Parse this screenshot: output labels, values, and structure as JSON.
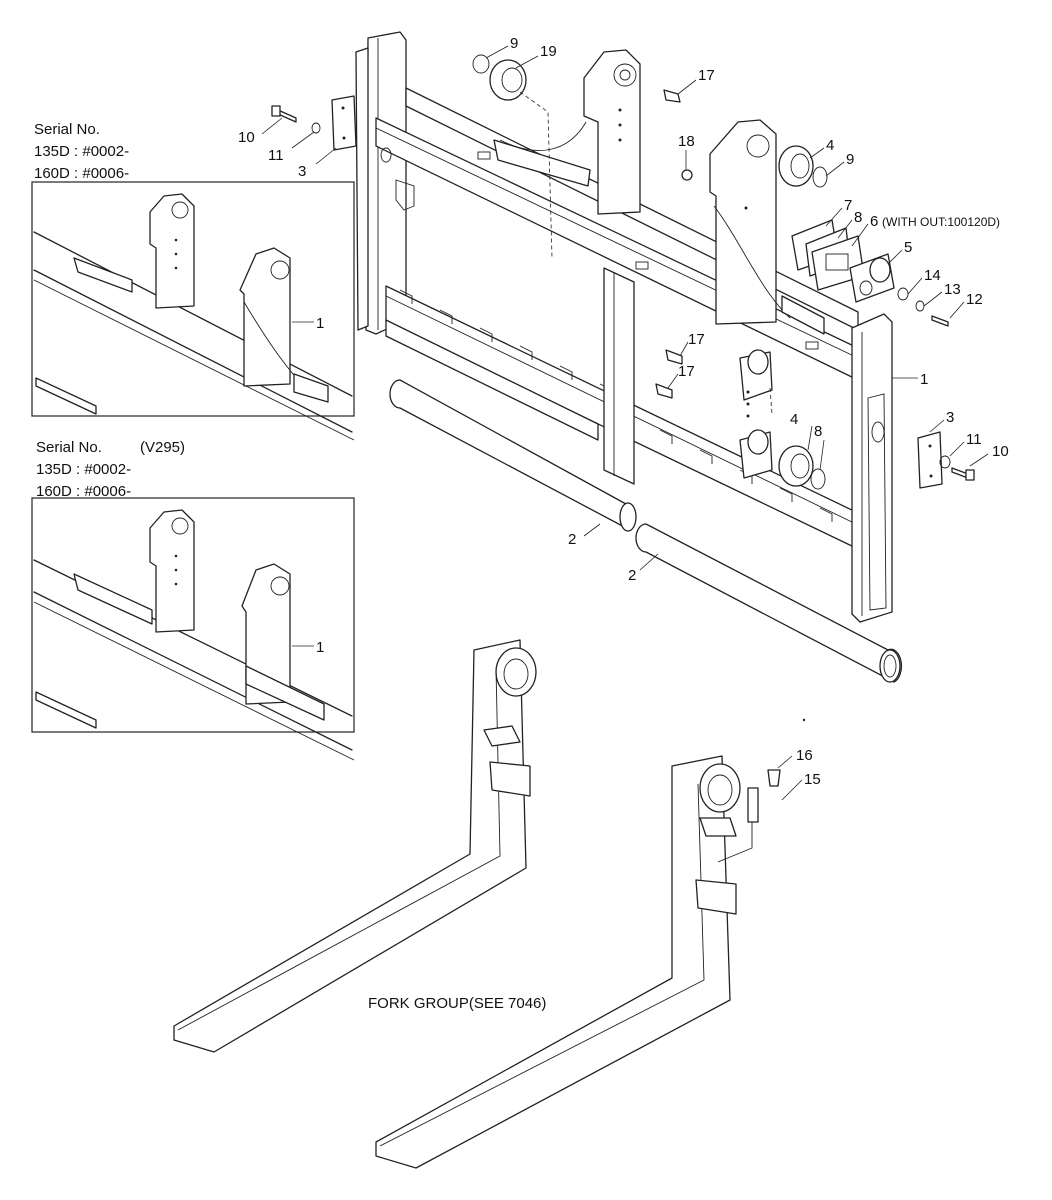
{
  "inset_top": {
    "title": "Serial No.",
    "line1": "135D : #0002-",
    "line2": "160D : #0006-",
    "part_label": "1"
  },
  "inset_bottom": {
    "title": "Serial No.",
    "variant": "(V295)",
    "line1": "135D : #0002-",
    "line2": "160D : #0006-",
    "part_label": "1"
  },
  "callouts": {
    "c9_top": "9",
    "c19": "19",
    "c17_top": "17",
    "c10_left": "10",
    "c11_left": "11",
    "c3_left": "3",
    "c18": "18",
    "c4_top": "4",
    "c9_right": "9",
    "c7": "7",
    "c8_top": "8",
    "c6": "6",
    "c6_note": "(WITH OUT:100120D)",
    "c5": "5",
    "c14": "14",
    "c13": "13",
    "c12": "12",
    "c17_mid1": "17",
    "c17_mid2": "17",
    "c1_right": "1",
    "c3_right": "3",
    "c4_bottom": "4",
    "c8_bottom": "8",
    "c11_right": "11",
    "c10_right": "10",
    "c2_left": "2",
    "c2_right": "2",
    "c16": "16",
    "c15": "15"
  },
  "fork_group_label": "FORK GROUP(SEE 7046)"
}
